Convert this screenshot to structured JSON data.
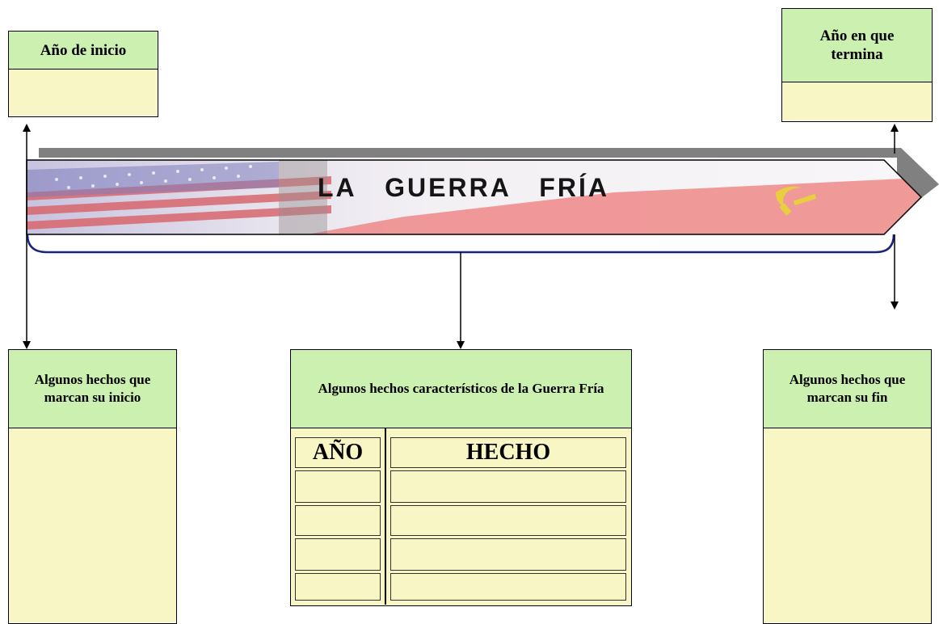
{
  "title": "LA   GUERRA   FRÍA",
  "start_box": {
    "label": "Año de inicio"
  },
  "end_box": {
    "label": "Año en que termina"
  },
  "left_events": {
    "label": "Algunos hechos que marcan su inicio"
  },
  "center_events": {
    "label": "Algunos hechos característicos de la Guerra Fría",
    "columns": [
      "AÑO",
      "HECHO"
    ],
    "rows": [
      [
        "",
        ""
      ],
      [
        "",
        ""
      ],
      [
        "",
        ""
      ],
      [
        "",
        ""
      ]
    ]
  },
  "right_events": {
    "label": "Algunos hechos que marcan su fin"
  },
  "colors": {
    "header_green": "#ccf0b0",
    "body_yellow": "#f7f6c4",
    "brace_blue": "#1a237e",
    "shadow_gray": "#808080"
  }
}
